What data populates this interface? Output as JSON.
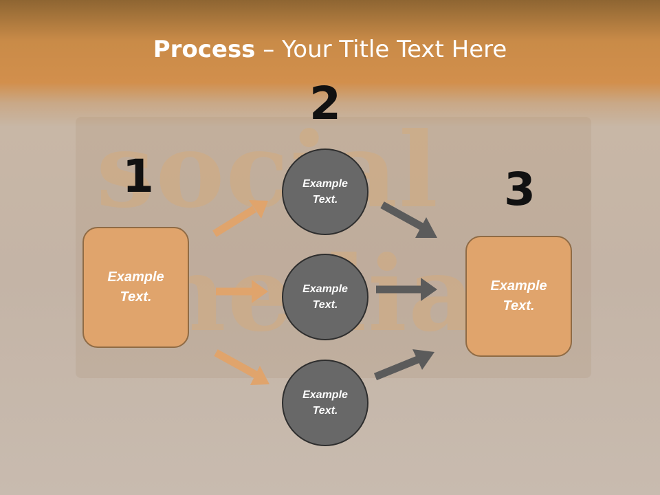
{
  "slide": {
    "title_bold": "Process",
    "title_rest": " – Your Title Text Here",
    "background_words": [
      "social",
      "media"
    ]
  },
  "steps": [
    {
      "number": "1",
      "label_line1": "Example",
      "label_line2": "Text."
    },
    {
      "number": "2"
    },
    {
      "number": "3",
      "label_line1": "Example",
      "label_line2": "Text."
    }
  ],
  "circles": [
    {
      "line1": "Example",
      "line2": "Text."
    },
    {
      "line1": "Example",
      "line2": "Text."
    },
    {
      "line1": "Example",
      "line2": "Text."
    }
  ],
  "colors": {
    "orange_box": "#e0a46c",
    "orange_arrow": "#e0a46c",
    "gray_circle": "#686868",
    "gray_arrow": "#5b5b5b",
    "header_orange": "#d28f4c"
  }
}
